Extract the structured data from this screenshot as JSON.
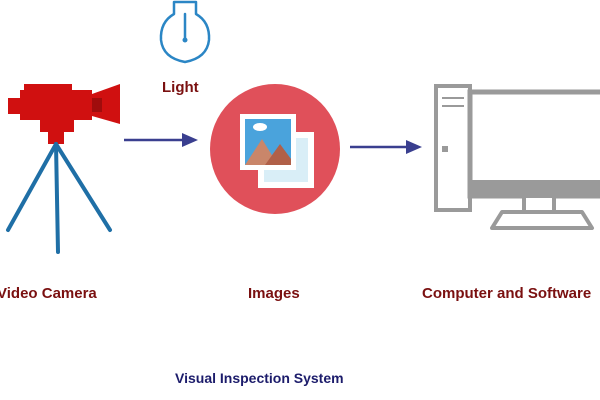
{
  "diagram": {
    "title": "Visual Inspection System",
    "nodes": {
      "light": {
        "label": "Light",
        "icon": "light-bulb-icon"
      },
      "camera": {
        "label": "Video Camera",
        "icon": "video-camera-icon"
      },
      "images": {
        "label": "Images",
        "icon": "images-icon"
      },
      "computer": {
        "label": "Computer and Software",
        "icon": "computer-icon"
      }
    },
    "edges": [
      {
        "from": "camera",
        "to": "images"
      },
      {
        "from": "images",
        "to": "computer"
      }
    ],
    "colors": {
      "label_text": "#7a1010",
      "title_text": "#1c1c6b",
      "arrow": "#3a3f8f",
      "camera_body": "#d01010",
      "tripod": "#1f6fa6",
      "bulb": "#2b86c5",
      "images_circle": "#e0505a",
      "computer_gray": "#9a9a9a"
    }
  }
}
